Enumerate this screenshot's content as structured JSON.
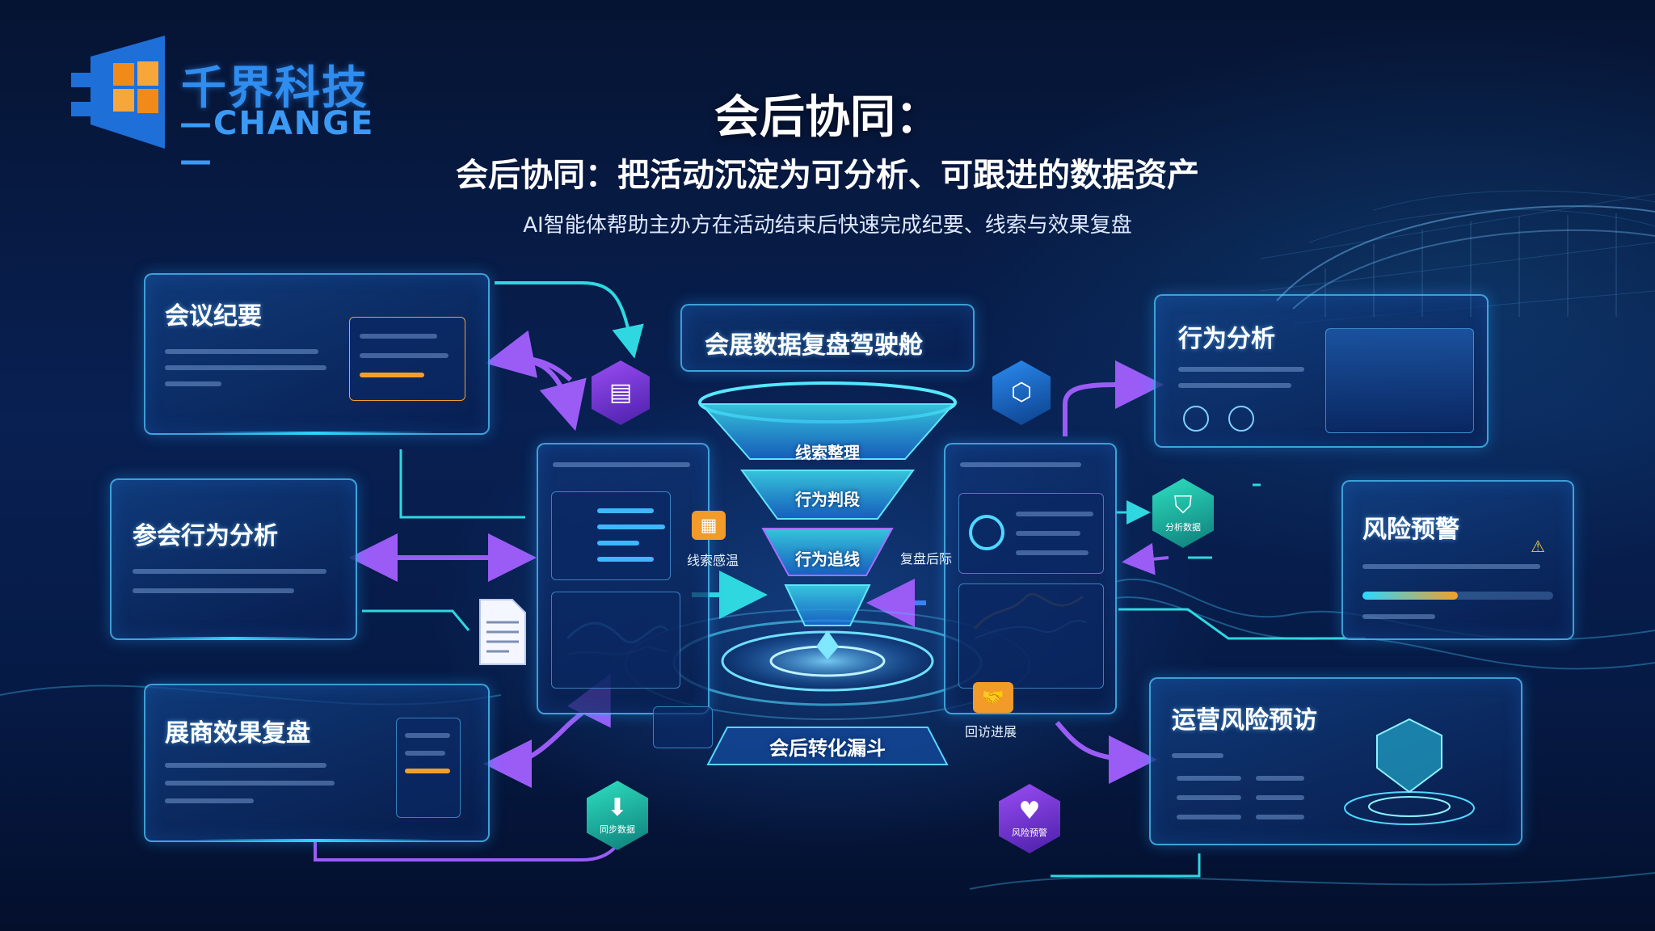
{
  "brand": {
    "name_cn": "千界科技",
    "name_en": "CHANGE",
    "colors": {
      "blue": "#2f8df0",
      "orange": "#f28a1a"
    }
  },
  "title": {
    "main": "会后协同：",
    "sub": "会后协同：把活动沉淀为可分析、可跟进的数据资产",
    "desc": "AI智能体帮助主办方在活动结束后快速完成纪要、线索与效果复盘"
  },
  "center": {
    "title": "会展数据复盘驾驶舱",
    "funnel_title": "会后转化漏斗",
    "funnel_levels": [
      "线索整理",
      "行为判段",
      "行为追线"
    ],
    "left_tag": "线索感温",
    "right_tag": "复盘后际"
  },
  "panels": {
    "minutes": {
      "title": "会议纪要"
    },
    "attendee_behavior": {
      "title": "参会行为分析"
    },
    "exhibitor_review": {
      "title": "展商效果复盘"
    },
    "behavior": {
      "title": "行为分析"
    },
    "risk_warning": {
      "title": "风险预警"
    },
    "ops_risk": {
      "title": "运营风险预访"
    }
  },
  "badges": {
    "data_shield": "分析数据",
    "bottom_left": "同步数据",
    "bottom_right": "风险预警",
    "follow_up": "回访进展"
  },
  "colors": {
    "accent_cyan": "#2cd7ff",
    "accent_purple": "#8f4cf0",
    "accent_teal": "#1fd1b5",
    "accent_orange": "#f29a2a"
  }
}
